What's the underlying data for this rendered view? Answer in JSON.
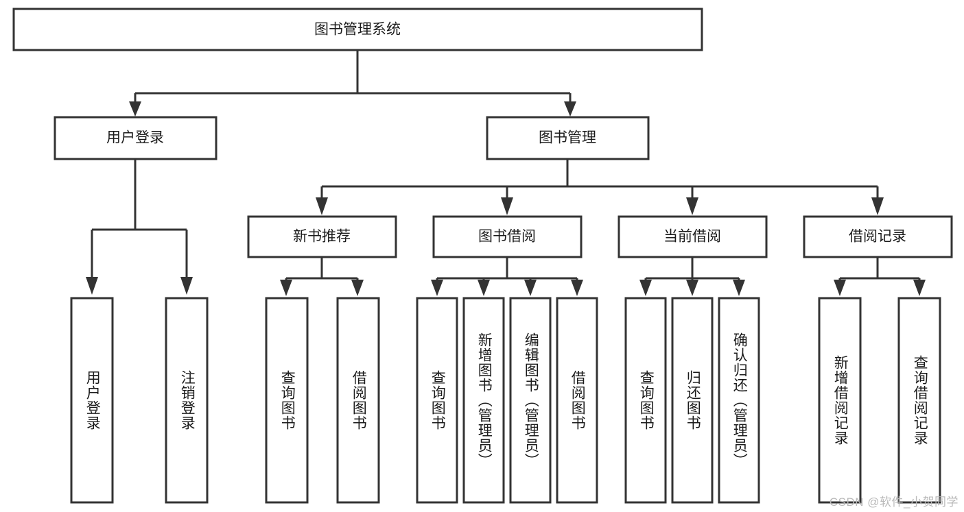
{
  "diagram": {
    "type": "tree",
    "title": "图书管理系统",
    "orientation": "top-down",
    "colors": {
      "box_fill": "#ffffff",
      "box_stroke": "#333333",
      "text": "#1b1b1b",
      "watermark": "#b9b9b9",
      "background": "#ffffff"
    },
    "root": {
      "label": "图书管理系统",
      "name": "node-root-library-system"
    },
    "level2": [
      {
        "label": "用户登录",
        "name": "node-user-login"
      },
      {
        "label": "图书管理",
        "name": "node-book-management"
      }
    ],
    "level3": [
      {
        "label": "新书推荐",
        "name": "node-new-book-recommend"
      },
      {
        "label": "图书借阅",
        "name": "node-book-borrow"
      },
      {
        "label": "当前借阅",
        "name": "node-current-borrow"
      },
      {
        "label": "借阅记录",
        "name": "node-borrow-record"
      }
    ],
    "leaves": {
      "user_login": [
        {
          "label": "用户登录",
          "name": "leaf-user-login"
        },
        {
          "label": "注销登录",
          "name": "leaf-logout"
        }
      ],
      "new_book_recommend": [
        {
          "label": "查询图书",
          "name": "leaf-query-books-recommend"
        },
        {
          "label": "借阅图书",
          "name": "leaf-borrow-books-recommend"
        }
      ],
      "book_borrow": [
        {
          "label": "查询图书",
          "name": "leaf-query-books-borrow"
        },
        {
          "label": "新增图书（管理员）",
          "name": "leaf-add-book-admin"
        },
        {
          "label": "编辑图书（管理员）",
          "name": "leaf-edit-book-admin"
        },
        {
          "label": "借阅图书",
          "name": "leaf-borrow-book"
        }
      ],
      "current_borrow": [
        {
          "label": "查询图书",
          "name": "leaf-query-books-current"
        },
        {
          "label": "归还图书",
          "name": "leaf-return-book"
        },
        {
          "label": "确认归还（管理员）",
          "name": "leaf-confirm-return-admin"
        }
      ],
      "borrow_record": [
        {
          "label": "新增借阅记录",
          "name": "leaf-add-borrow-record"
        },
        {
          "label": "查询借阅记录",
          "name": "leaf-query-borrow-record"
        }
      ]
    }
  },
  "watermark": {
    "text": "CSDN @软件_小贺同学"
  }
}
